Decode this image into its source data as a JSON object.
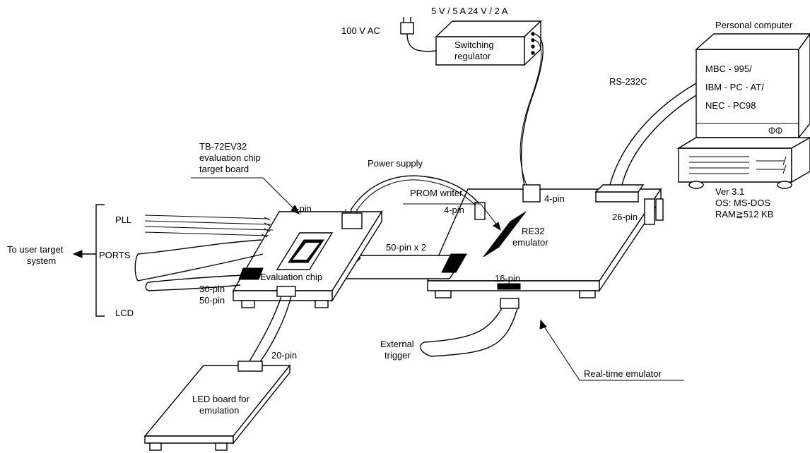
{
  "labels": {
    "power_rating": "5 V / 5 A  24 V / 2 A",
    "ac_input": "100 V AC",
    "regulator_line1": "Switching",
    "regulator_line2": "regulator",
    "pc_title": "Personal computer",
    "pc_line1": "MBC - 995/",
    "pc_line2": "IBM - PC - AT/",
    "pc_line3": "NEC - PC98",
    "rs232": "RS-232C",
    "prom_writer": "PROM writer",
    "target_board_line1": "TB-72EV32",
    "target_board_line2": "evaluation chip",
    "target_board_line3": "target board",
    "power_supply": "Power supply",
    "pin4_left": "4-pin",
    "pin4_mid": "4-pin",
    "pin4_right": "4-pin",
    "pin26": "26-pin",
    "ver": "Ver 3.1",
    "os": "OS: MS-DOS",
    "ram": "RAM≧512 KB",
    "pll": "PLL",
    "ports": "PORTS",
    "lcd": "LCD",
    "user_target_line1": "To user target",
    "user_target_line2": "system",
    "pin50x2": "50-pin x 2",
    "re32_line1": "RE32",
    "re32_line2": "emulator",
    "eval_chip": "Evaluation chip",
    "pin30": "30-pin",
    "pin50": "50-pin",
    "pin16": "16-pin",
    "ext_trigger_line1": "External",
    "ext_trigger_line2": "trigger",
    "pin20": "20-pin",
    "realtime_emulator": "Real-time emulator",
    "led_board_line1": "LED board for",
    "led_board_line2": "emulation"
  }
}
